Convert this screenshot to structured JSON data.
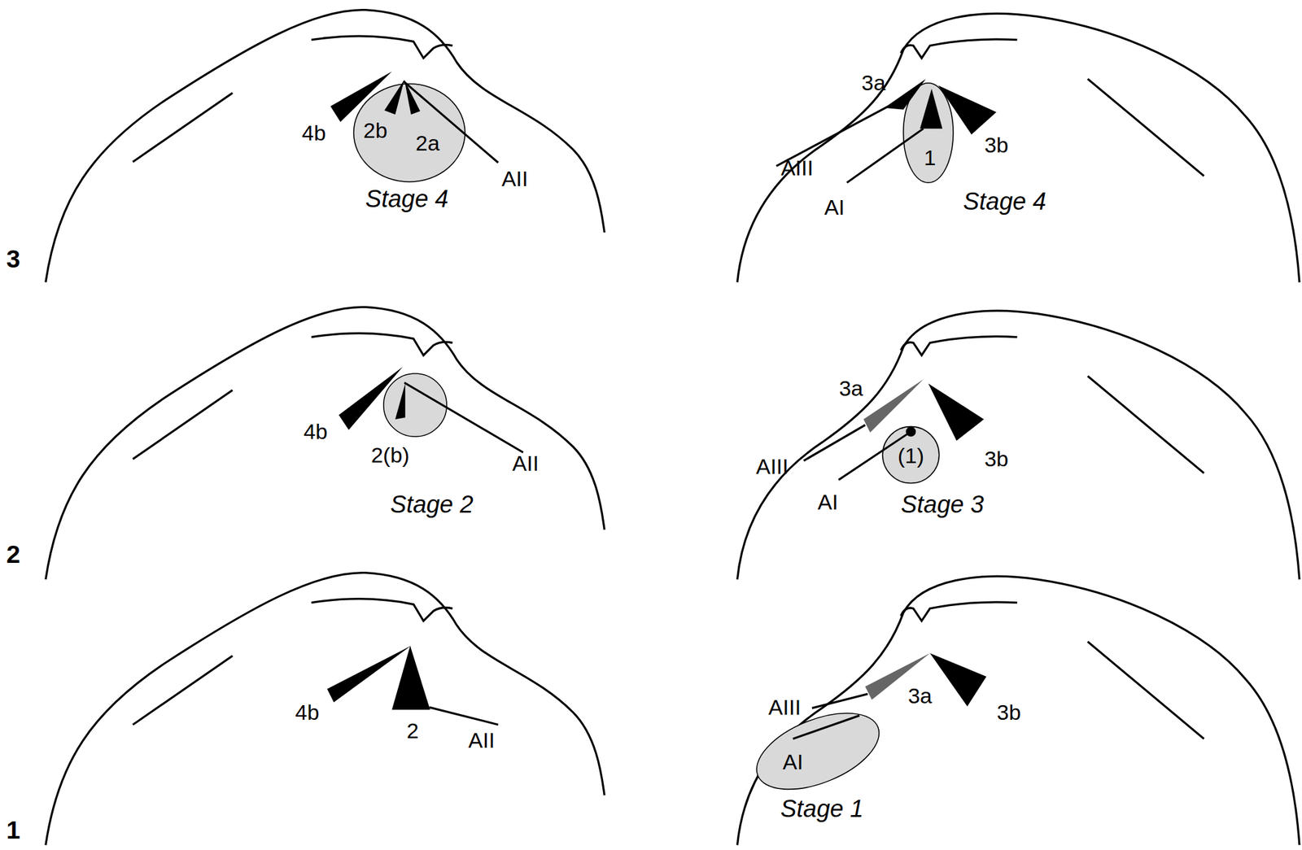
{
  "diagram": {
    "nodes": [
      {
        "text": [
          "2b",
          "2a"
        ]
      },
      {
        "text": [
          "1"
        ]
      },
      {
        "text": [
          "(1)"
        ]
      },
      {
        "text": [
          "AI"
        ]
      }
    ],
    "labels": [
      "3",
      "2",
      "1",
      "4b",
      "AII",
      "Stage 4",
      "3a",
      "AIII",
      "AI",
      "3b",
      "Stage 4",
      "4b",
      "2(b)",
      "AII",
      "Stage 2",
      "3a",
      "AIII",
      "AI",
      "3b",
      "Stage 3",
      "4b",
      "2",
      "AII",
      "AIII",
      "3a",
      "3b",
      "Stage 1"
    ]
  }
}
